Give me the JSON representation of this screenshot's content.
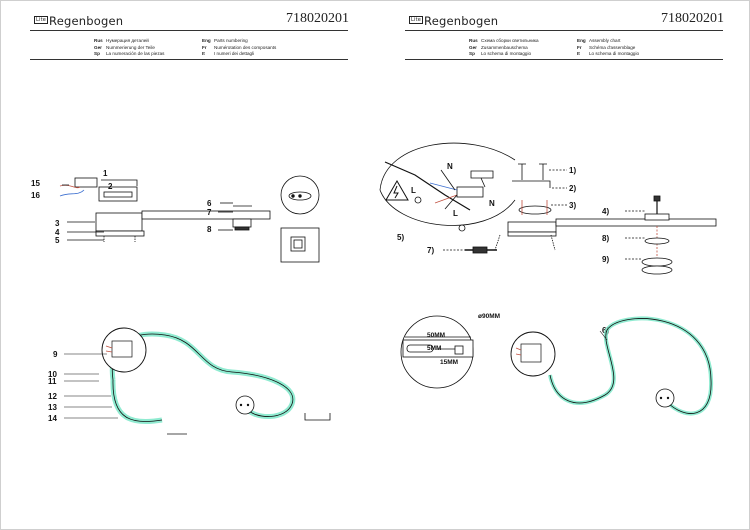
{
  "brand": {
    "mark": "Lite",
    "name": "Regenbogen"
  },
  "article_number": "718020201",
  "left": {
    "languages": [
      [
        {
          "code": "Rus",
          "text": "Нумерация деталей"
        },
        {
          "code": "Eng",
          "text": "Parts numbering"
        }
      ],
      [
        {
          "code": "Ger",
          "text": "Nummerierung der Teile"
        },
        {
          "code": "Fr",
          "text": "Numérotation des composants"
        }
      ],
      [
        {
          "code": "Sp",
          "text": "La numeración de las piezas"
        },
        {
          "code": "It",
          "text": "I numeri dei dettagli"
        }
      ]
    ],
    "part_labels": [
      "1",
      "2",
      "3",
      "4",
      "5",
      "6",
      "7",
      "8",
      "9",
      "10",
      "11",
      "12",
      "13",
      "14",
      "15",
      "16"
    ]
  },
  "right": {
    "languages": [
      [
        {
          "code": "Rus",
          "text": "Схема сборки светильника"
        },
        {
          "code": "Eng",
          "text": "Assembly chart"
        }
      ],
      [
        {
          "code": "Ger",
          "text": "Zusammenbauschema"
        },
        {
          "code": "Fr",
          "text": "Schéma d'assemblage"
        }
      ],
      [
        {
          "code": "Sp",
          "text": "Lo schema di montaggio"
        },
        {
          "code": "It",
          "text": "Lo schema di montaggio"
        }
      ]
    ],
    "step_labels": [
      "1)",
      "2)",
      "3)",
      "4)",
      "5)",
      "6)",
      "7)",
      "8)",
      "9)"
    ],
    "wire_labels": {
      "neutral": "N",
      "live": "L"
    },
    "dimensions": {
      "diameter": "ø90MM",
      "slot": "50MM",
      "width": "5MM",
      "offset": "15MM"
    }
  },
  "colors": {
    "led_strip": "#7de8c9",
    "warm_tint": "#f6d89a",
    "line": "#111111"
  },
  "icons": [
    "high-voltage-warning-icon",
    "earth-ground-icon",
    "screw-icon",
    "connector-block-icon"
  ]
}
